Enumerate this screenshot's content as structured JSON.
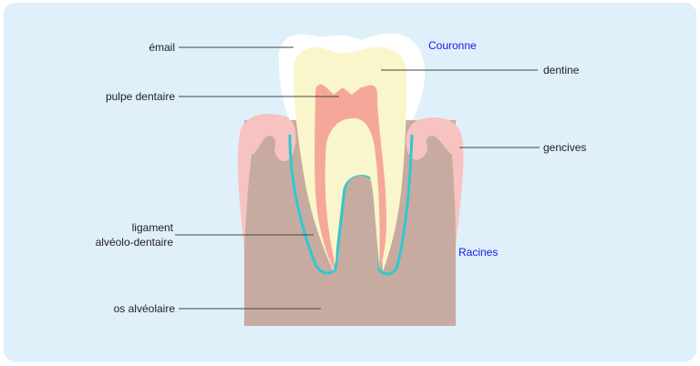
{
  "labels": {
    "email": "émail",
    "couronne": "Couronne",
    "dentine": "dentine",
    "pulpe": "pulpe dentaire",
    "gencives": "gencives",
    "ligament_line1": "ligament",
    "ligament_line2": "alvéolo-dentaire",
    "racines": "Racines",
    "os": "os alvéolaire"
  },
  "colors": {
    "background": "#dff0fb",
    "enamel": "#ffffff",
    "dentin": "#faf6cc",
    "pulp": "#f5a899",
    "gum": "#f7c3c1",
    "bone": "#c8aba0",
    "ligament": "#2ec9cf",
    "section_label": "#1a1ae6"
  }
}
